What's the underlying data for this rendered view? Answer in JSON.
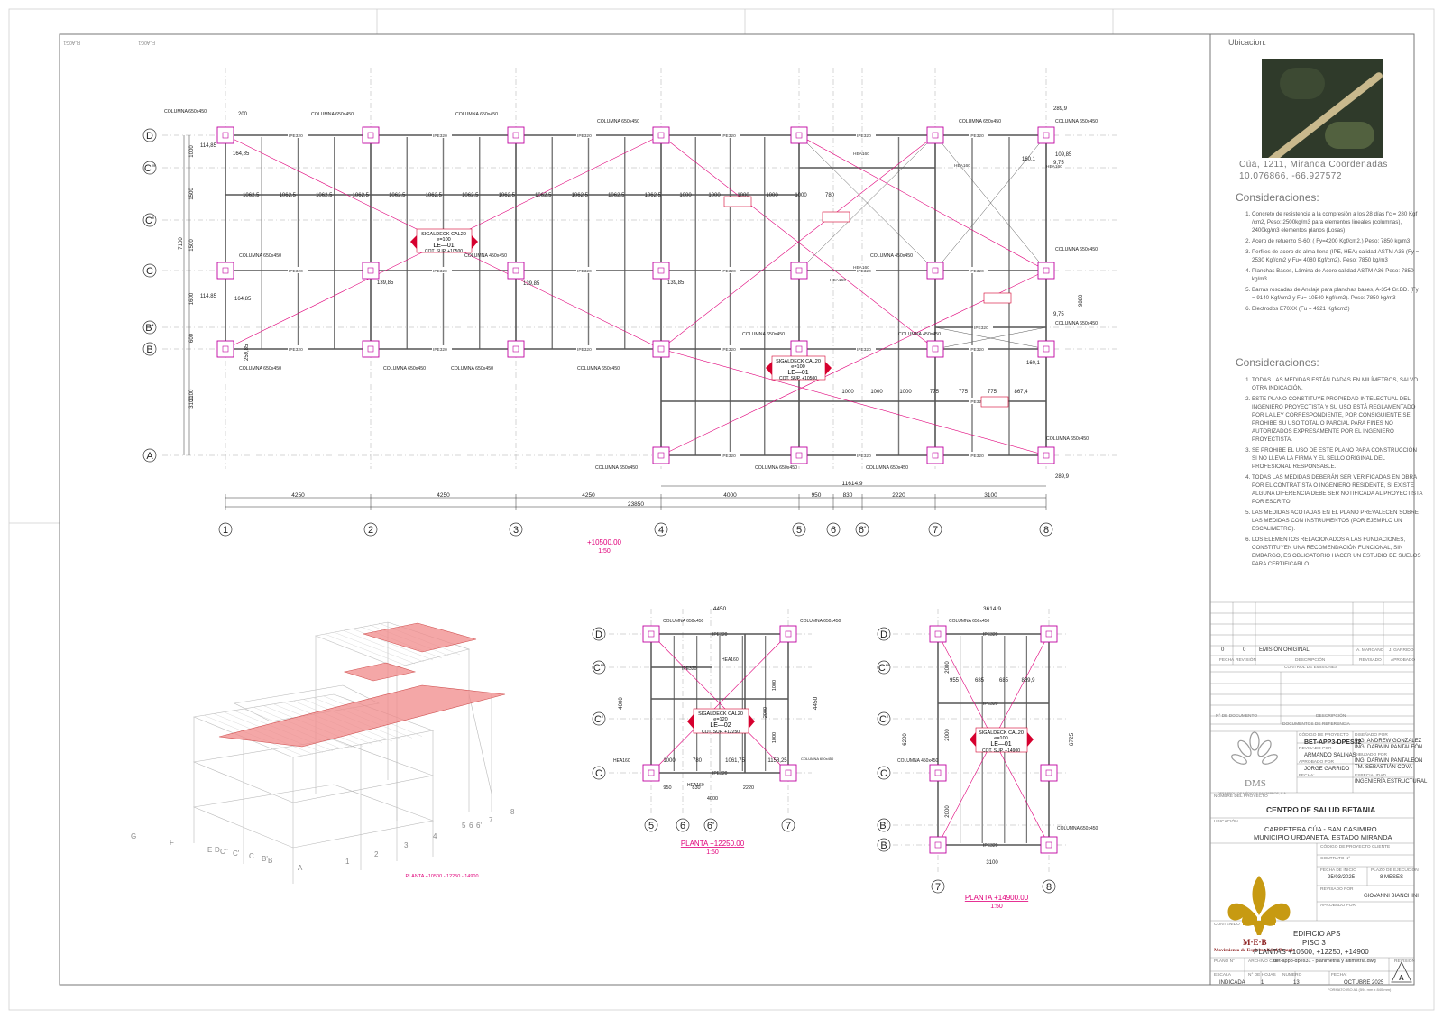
{
  "drawing": {
    "corner_left": "FLA0G1",
    "corner_right": "FLA0G1",
    "axis_rows_main": [
      "D",
      "C''",
      "C'",
      "C",
      "B'",
      "B",
      "A"
    ],
    "axis_cols_main": [
      "1",
      "2",
      "3",
      "4",
      "5",
      "6",
      "6'",
      "7",
      "8"
    ],
    "main_caption": "+10500.00",
    "main_scale": "1:50",
    "deck1": {
      "line1": "SIGALDECK  CAL20",
      "line2": "e=100",
      "line3": "LE—01",
      "line4": "COT. SUP.  +10500"
    },
    "deck2": {
      "line1": "SIGALDECK  CAL20",
      "line2": "e=100",
      "line3": "LE—01",
      "line4": "COT. SUP.  +10500"
    },
    "dims_bottom": [
      "4250",
      "4250",
      "4250",
      "4000",
      "950",
      "830",
      "2220",
      "3100"
    ],
    "dim_total": "23850",
    "dim_11614": "11614,9",
    "left_dims": [
      "1000",
      "1500",
      "1500",
      "1600",
      "600",
      "3100"
    ],
    "left_total": "7100",
    "row_dims": [
      "1062,5",
      "1062,5",
      "1062,5",
      "1062,5",
      "1062,5",
      "1062,5",
      "1062,5",
      "1062,5",
      "1062,5",
      "1062,5",
      "1062,5",
      "1062,5",
      "1000",
      "1000",
      "1000",
      "1000",
      "1000",
      "780"
    ],
    "lower_dims": [
      "1000",
      "1000",
      "1000",
      "775",
      "775",
      "775",
      "867,4"
    ],
    "col_label": "COLUMNA 650x450",
    "col_label2": "COLUMNA 450x450",
    "ipe": "IPE320",
    "ipe160": "IPE160",
    "hea": "HEA160",
    "misc_dims": {
      "d200": "200",
      "d114": "114,85",
      "d164": "164,85",
      "d139": "139,85",
      "d289": "289,9",
      "d160": "160,1",
      "d109": "109,85",
      "d975": "9,75",
      "d259": "259,85",
      "d9880": "9880",
      "d3100": "3100"
    },
    "iso_caption": "PLANTA +10500 - 12250 - 14900",
    "iso_axes": [
      "G",
      "F",
      "E",
      "D",
      "C''",
      "C'",
      "C",
      "B'",
      "B",
      "A",
      "1",
      "2",
      "3",
      "4",
      "5",
      "6",
      "6'",
      "7",
      "8"
    ],
    "plan2": {
      "caption": "PLANTA  +12250.00",
      "scale": "1:50",
      "rows": [
        "D",
        "C''",
        "C'",
        "C"
      ],
      "cols": [
        "5",
        "6",
        "6'",
        "7"
      ],
      "top_dim": "4450",
      "right_dim": "4450",
      "left_dim": "4000",
      "bottom_dims": [
        "950",
        "830",
        "2220"
      ],
      "bottom_total": "4000",
      "deck": {
        "line1": "SIGALDECK  CAL20",
        "line2": "e=120",
        "line3": "LE—02",
        "line4": "COT. SUP.  +12250"
      },
      "dims_row": [
        "1000",
        "780",
        "1061,75",
        "1158,25"
      ],
      "side_dims": [
        "1000",
        "1000",
        "2000"
      ]
    },
    "plan3": {
      "caption": "PLANTA  +14900.00",
      "scale": "1:50",
      "rows": [
        "D",
        "C''",
        "C'",
        "C",
        "B'",
        "B"
      ],
      "cols": [
        "7",
        "8"
      ],
      "top_dim": "3614,9",
      "right_dim": "6725",
      "left_dim": "6200",
      "bottom_dim": "3100",
      "deck": {
        "line1": "SIGALDECK  CAL20",
        "line2": "e=100",
        "line3": "LE—01",
        "line4": "COT. SUP.  +14900"
      },
      "dims_row": [
        "955",
        "685",
        "685",
        "869,9"
      ],
      "side_dims": [
        "2000",
        "2000",
        "2000"
      ]
    }
  },
  "title_block": {
    "ubicacion_label": "Ubicacion:",
    "location_text": "Cúa, 1211, Miranda Coordenadas 10.076866, -66.927572",
    "consideraciones_1_title": "Consideraciones:",
    "consideraciones_1": [
      "Concreto de resistencia a la compresión a los 28 días f'c = 280 Kgf /cm2, Peso: 2500kg/m3 para elementos lineales (columnas), 2400kg/m3 elementos planos (Losas)",
      "Acero de refuerzo S-60: ( Fy=4200 Kgf/cm2.)  Peso: 7850 kg/m3",
      "Perfiles de acero de alma llena (IPE, HEA) calidad ASTM A36 (Fy = 2530 Kgf/cm2 y Fu= 4080 Kgf/cm2). Peso: 7850 kg/m3",
      "Planchas Bases, Lámina de Acero calidad ASTM A36 Peso: 7850 kg/m3",
      "Barras roscadas de Anclaje para planchas bases, A-354 Gr.BD. (Fy = 9140 Kgf/cm2 y Fu= 10540 Kgf/cm2). Peso: 7850 kg/m3",
      "Electrodos E70XX (Fu = 4921 Kgf/cm2)"
    ],
    "consideraciones_2_title": "Consideraciones:",
    "consideraciones_2": [
      "TODAS LAS MEDIDAS ESTÁN DADAS EN MILÍMETROS, SALVO OTRA INDICACIÓN.",
      "ESTE PLANO CONSTITUYE PROPIEDAD INTELECTUAL DEL INGENIERO PROYECTISTA Y SU USO ESTÁ REGLAMENTADO POR LA LEY CORRESPONDIENTE, POR CONSIGUIENTE SE PROHIBE SU USO TOTAL O PARCIAL PARA FINES NO AUTORIZADOS EXPRESAMENTE POR EL INGENIERO PROYECTISTA.",
      "SE PROHIBE EL USO DE ESTE PLANO PARA CONSTRUCCIÓN SI NO LLEVA LA FIRMA Y EL SELLO ORIGINAL DEL PROFESIONAL RESPONSABLE.",
      "TODAS LAS MEDIDAS DEBERÁN SER VERIFICADAS EN OBRA POR EL CONTRATISTA O INGENIERO RESIDENTE, SI EXISTE ALGUNA DIFERENCIA DEBE SER NOTIFICADA AL PROYECTISTA POR ESCRITO.",
      "LAS MEDIDAS ACOTADAS EN EL PLANO PREVALECEN SOBRE LAS MEDIDAS CON INSTRUMENTOS (POR EJEMPLO UN ESCALIMETRO).",
      "LOS ELEMENTOS RELACIONADOS A LAS FUNDACIONES, CONSTITUYEN UNA RECOMENDACIÓN FUNCIONAL, SIN EMBARGO, ES OBLIGATORIO HACER UN ESTUDIO DE SUELOS PARA CERTIFICARLO."
    ],
    "rev": {
      "num": "0",
      "rev": "0",
      "desc": "EMISIÓN ORIGINAL",
      "revisado": "A. MARCANO",
      "aprobado": "J. GARRIDO",
      "h_fecha": "FECHA",
      "h_revision": "REVISIÓN",
      "h_desc": "DESCRIPCIÓN",
      "h_revisado": "REVISADO",
      "h_aprobado": "APROBADO",
      "control": "CONTROL DE EMISIONES"
    },
    "docs": {
      "h_num": "N° DE DOCUMENTO",
      "h_desc": "DESCRIPCIÓN",
      "title": "DOCUMENTOS DE REFERENCIA"
    },
    "codigo_label": "CÓDIGO DE PROYECTO",
    "codigo": "BET-APP3-DPES32",
    "revisado_por_label": "REVISADO POR",
    "revisado_por": "ARMANDO SALINAS",
    "aprobado_por_label": "APROBADO POR",
    "aprobado_por": "JORGE GARRIDO",
    "disenado_label": "DISEÑADO POR",
    "disenado": [
      "ING. ANDREW GONZALEZ",
      "ING. DARWIN PANTALEÓN"
    ],
    "dibujado_label": "DIBUJADO POR",
    "dibujado": [
      "ING. DARWIN PANTALEÓN",
      "TM. SEBASTIÁN COVA"
    ],
    "especialidad_label": "ESPECIALIDAD",
    "especialidad": "INGENIERÍA ESTRUCTURAL",
    "fecha_label": "FECHA:",
    "dms_name": "DMS",
    "dms_sub": "DESARROLLOS MÉDICOS SANTARROS, C.A.",
    "nombre_proyecto_label": "NOMBRE DEL PROYECTO",
    "proyecto": "CENTRO DE SALUD BETANIA",
    "ubicacion2_label": "UBICACIÓN",
    "ubicacion2": [
      "CARRETERA CÚA - SAN CASIMIRO",
      "MUNICIPIO URDANETA, ESTADO MIRANDA"
    ],
    "codigo_cliente_label": "CÓDIGO DE PROYECTO CLIENTE",
    "contrato_label": "CONTRATO N°",
    "fecha_inicio_label": "FECHA DE INICIO",
    "fecha_inicio": "25/03/2025",
    "plazo_label": "PLAZO DE EJECUCIÓN",
    "plazo": "8 MESES",
    "revisado2_label": "REVISADO POR",
    "revisado2": "GIOVANNI BIANCHINI",
    "aprobado2_label": "APROBADO POR",
    "meb_letters": "M·E·B",
    "meb_name": "Movimiento de Espiritualidad Betania",
    "contenido_label": "CONTENIDO",
    "contenido": [
      "EDIFICIO APS",
      "PISO 3",
      "PLANTAS +10500, +12250, +14900"
    ],
    "plano_label": "PLANO N°",
    "archivo_label": "ARCHIVO CAD",
    "archivo": "bet-appb-dpes31 - planimetría y altimetría.dwg",
    "revision_label": "REVISIÓN",
    "revision": "A",
    "escala_label": "ESCALA",
    "escala": "INDICADA",
    "hojas_label": "N° DE HOJAS",
    "hojas": "1",
    "numero_label": "NUMERO",
    "numero": "13",
    "fecha2_label": "FECHA:",
    "fecha2": "OCTUBRE 2025",
    "formato": "FORMATO ISO A1 (594 mm x 840 mm)"
  },
  "colors": {
    "accent": "#e0007a",
    "slab": "#f08a8a",
    "grid": "#999999",
    "beam": "#555555"
  }
}
